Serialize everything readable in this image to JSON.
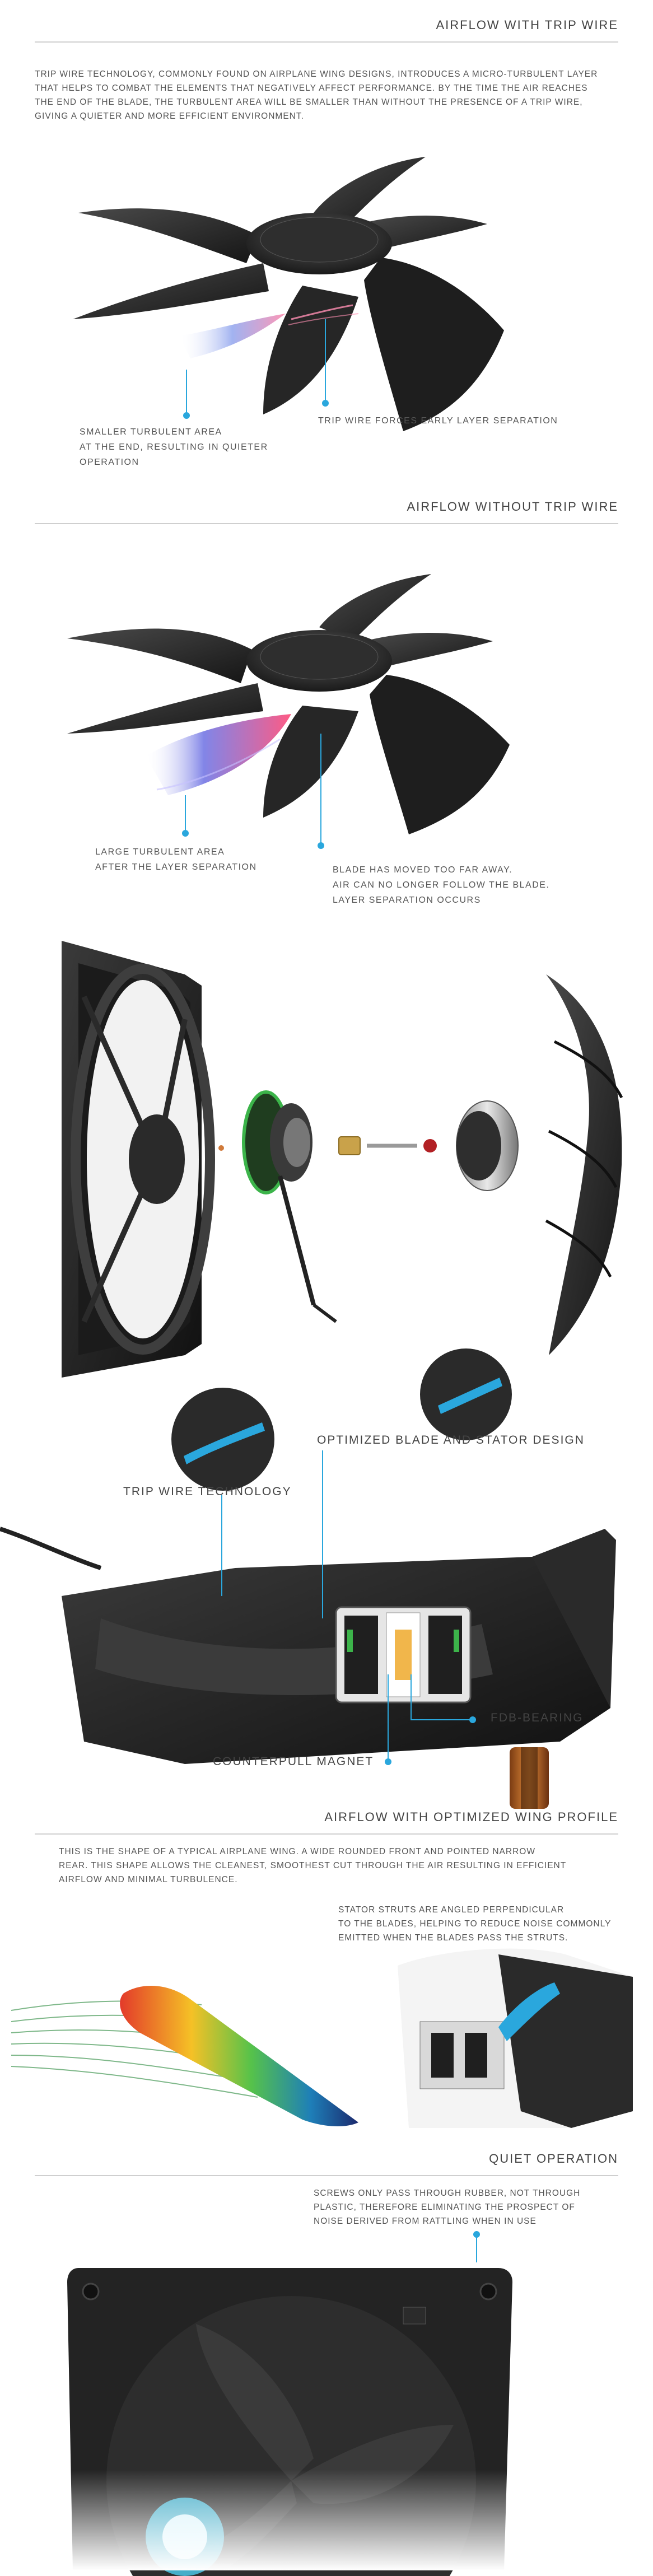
{
  "trip_wire": {
    "title": "AIRFLOW WITH TRIP WIRE",
    "intro": [
      "TRIP WIRE TECHNOLOGY, COMMONLY FOUND ON AIRPLANE WING DESIGNS, INTRODUCES A MICRO-TURBULENT LAYER",
      "THAT HELPS TO COMBAT THE ELEMENTS THAT NEGATIVELY AFFECT PERFORMANCE. BY THE TIME THE AIR REACHES",
      "THE END OF THE BLADE, THE TURBULENT AREA WILL BE SMALLER THAN WITHOUT THE PRESENCE OF A TRIP WIRE,",
      "GIVING A QUIETER AND MORE EFFICIENT ENVIRONMENT."
    ],
    "callout_left": [
      "SMALLER TURBULENT AREA",
      "AT THE END, RESULTING IN QUIETER",
      "OPERATION"
    ],
    "callout_right": [
      "TRIP WIRE FORCES EARLY LAYER SEPARATION"
    ]
  },
  "no_trip_wire": {
    "title": "AIRFLOW WITHOUT TRIP WIRE",
    "callout_left": [
      "LARGE TURBULENT AREA",
      "AFTER THE LAYER SEPARATION"
    ],
    "callout_right": [
      "BLADE HAS MOVED TOO FAR AWAY.",
      "AIR CAN NO LONGER FOLLOW THE BLADE.",
      "LAYER SEPARATION OCCURS"
    ]
  },
  "features": {
    "blade_stator": "OPTIMIZED BLADE AND STATOR DESIGN",
    "trip_wire": "TRIP WIRE TECHNOLOGY",
    "fdb_bearing": "FDB-BEARING",
    "counterpull": "COUNTERPULL MAGNET"
  },
  "wing": {
    "title": "AIRFLOW WITH OPTIMIZED WING PROFILE",
    "intro": [
      "THIS IS THE SHAPE OF A TYPICAL AIRPLANE WING. A WIDE ROUNDED FRONT AND POINTED NARROW",
      "REAR. THIS SHAPE ALLOWS THE CLEANEST, SMOOTHEST CUT THROUGH THE AIR RESULTING IN EFFICIENT",
      "AIRFLOW AND MINIMAL TURBULENCE."
    ],
    "stator_note": [
      "STATOR STRUTS ARE ANGLED PERPENDICULAR",
      "TO THE BLADES, HELPING TO REDUCE NOISE COMMONLY",
      "EMITTED WHEN THE BLADES PASS THE STRUTS."
    ]
  },
  "quiet": {
    "title": "QUIET OPERATION",
    "note": [
      "SCREWS ONLY PASS THROUGH RUBBER, NOT THROUGH",
      "PLASTIC, THEREFORE ELIMINATING THE PROSPECT OF",
      "NOISE DERIVED FROM RATTLING WHEN IN USE"
    ]
  },
  "colors": {
    "accent": "#2aa7dd",
    "fan_body": "#2b2b2b",
    "rule": "#cfcfcf"
  },
  "icons": [
    "fan-blade-illustration",
    "fan-frame-illustration",
    "bearing-illustration",
    "wing-profile-illustration"
  ]
}
